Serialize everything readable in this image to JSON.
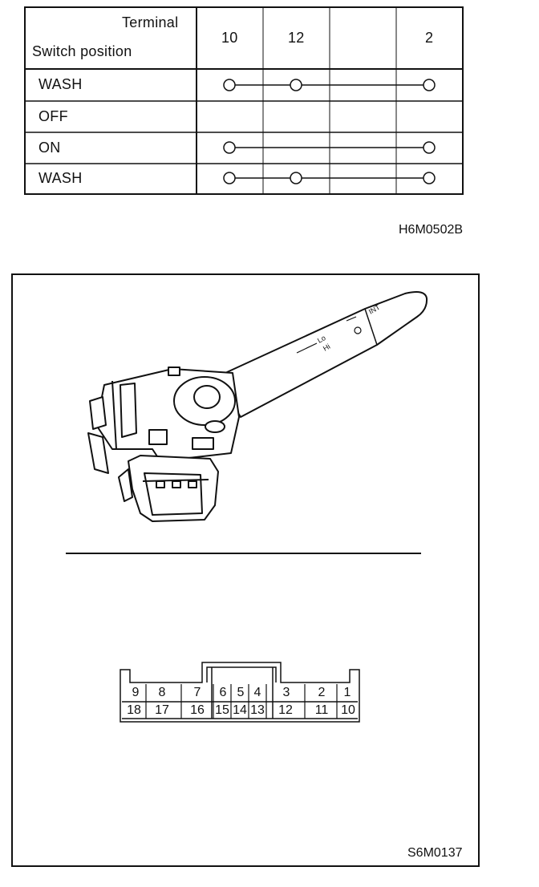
{
  "table": {
    "header_terminal": "Terminal",
    "header_switch_position": "Switch position",
    "terminals": [
      "10",
      "12",
      "",
      "2"
    ],
    "rows": [
      {
        "label": "WASH",
        "connected": [
          "10",
          "12",
          "2"
        ]
      },
      {
        "label": "OFF",
        "connected": []
      },
      {
        "label": "ON",
        "connected": [
          "10",
          "2"
        ]
      },
      {
        "label": "WASH",
        "connected": [
          "10",
          "12",
          "2"
        ]
      }
    ]
  },
  "figure_code_top": "H6M0502B",
  "figure_code_bottom": "S6M0137",
  "connector": {
    "top_row": [
      "9",
      "8",
      "7",
      "6",
      "5",
      "4",
      "3",
      "2",
      "1"
    ],
    "bottom_row": [
      "18",
      "17",
      "16",
      "15",
      "14",
      "13",
      "12",
      "11",
      "10"
    ]
  },
  "lever_markings": [
    "Lo",
    "Hi",
    "INT"
  ]
}
